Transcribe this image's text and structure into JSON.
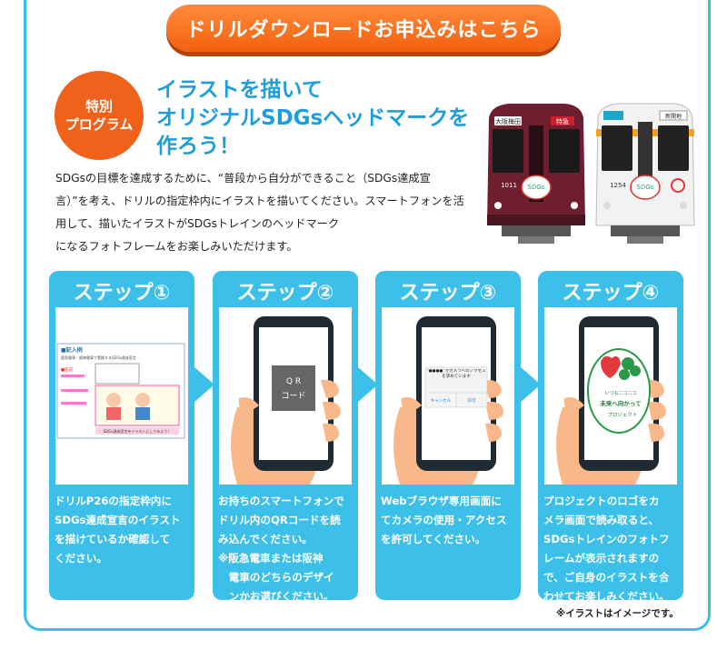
{
  "cta": {
    "label": "ドリルダウンロードお申込みはこちら"
  },
  "badge": {
    "line1": "特別",
    "line2": "プログラム"
  },
  "headline": {
    "line1": "イラストを描いて",
    "line2": "オリジナルSDGsヘッドマークを",
    "line3": "作ろう！"
  },
  "description": {
    "line1": "SDGsの目標を達成するために、“普段から自分ができること（SDGs達成宣",
    "line2": "言）”を考え、ドリルの指定枠内にイラストを描いてください。スマートフォンを活",
    "line3": "用して、描いたイラストがSDGsトレインのヘッドマーク",
    "line4": "になるフォトフレームをお楽しみいただけます。"
  },
  "trains": {
    "left": {
      "destination": "大阪梅田",
      "type": "特急",
      "number": "1011",
      "headmark": "SDGs"
    },
    "right": {
      "destination": "新開地",
      "type": "",
      "number": "1254",
      "headmark": "SDGs"
    }
  },
  "steps": [
    {
      "title": "ステップ①",
      "drill": {
        "heading": "■記入例",
        "sub": "阪急電車・阪神電車で実践するSDGs達成宣言",
        "label": "■名前",
        "caption": "SDGs達成宣言をイラストにしてみよう！"
      },
      "text": [
        "ドリルP26の指定枠内に",
        "SDGs達成宣言のイラスト",
        "を描けているか確認して",
        "ください。"
      ]
    },
    {
      "title": "ステップ②",
      "qr": {
        "line1": "Q R",
        "line2": "コード"
      },
      "text": [
        "お持ちのスマートフォンで",
        "ドリル内のQRコードを読",
        "み込んでください。",
        "※阪急電車または阪神",
        "　電車のどちらのデザイ",
        "　ンかお選びください。"
      ]
    },
    {
      "title": "ステップ③",
      "dialog": {
        "message": "“●●●●”がカメラへのアクセスを求めています",
        "cancel": "キャンセル",
        "allow": "許可"
      },
      "text": [
        "Webブラウザ専用画面に",
        "てカメラの使用・アクセス",
        "を許可してください。"
      ]
    },
    {
      "title": "ステップ④",
      "logo": {
        "line1": "いつもニコニコ",
        "line2": "未来へ向かって",
        "line3": "プロジェクト"
      },
      "text": [
        "プロジェクトのロゴをカ",
        "メラ画面で読み取ると、",
        "SDGsトレインのフォトフ",
        "レームが表示されますの",
        "で、ご自身のイラストを合",
        "わせてお楽しみください。"
      ]
    }
  ],
  "note": "※イラストはイメージです。",
  "colors": {
    "accent_blue": "#3cc0ea",
    "headline_blue": "#1b9edb",
    "orange": "#f0621c",
    "train_maroon": "#6e1e2e"
  }
}
